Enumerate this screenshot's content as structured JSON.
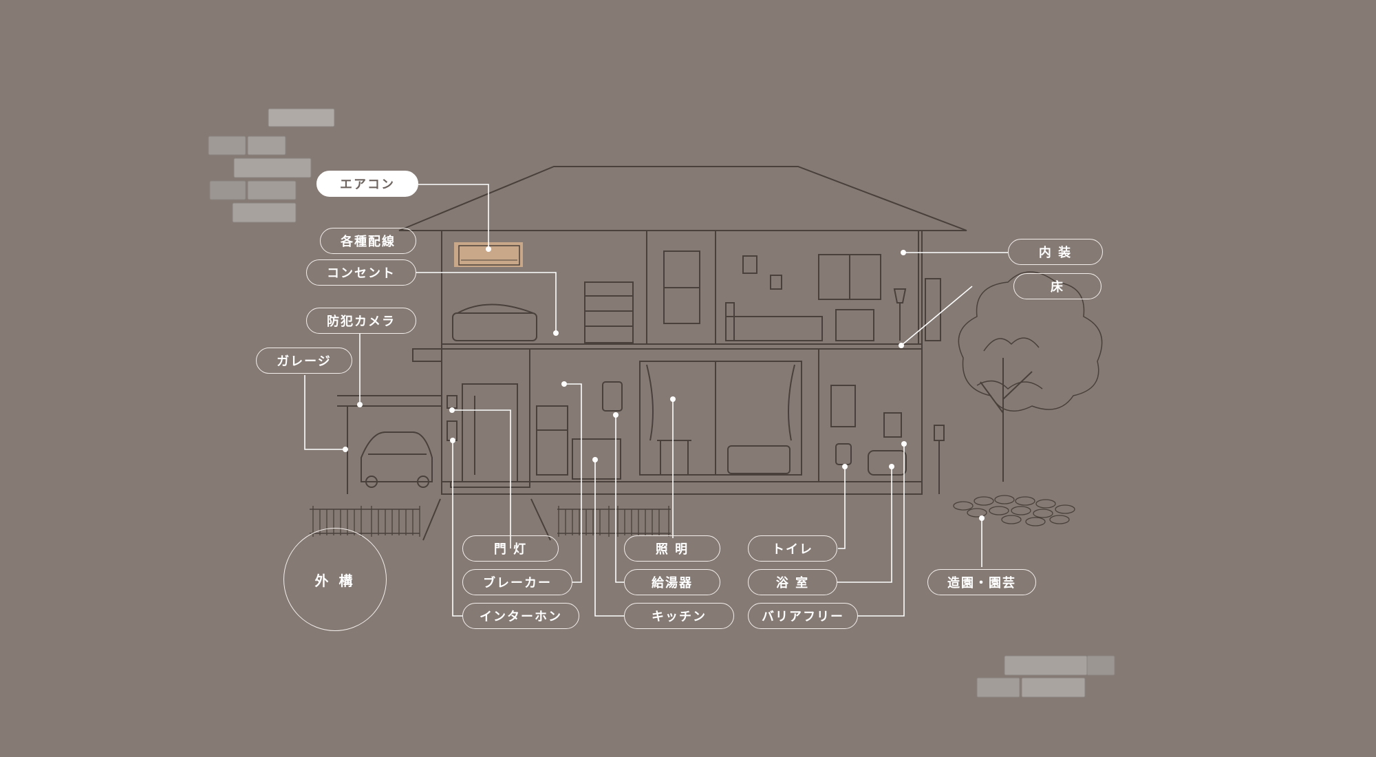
{
  "labels": {
    "aircon": "エアコン",
    "wiring": "各種配線",
    "outlet": "コンセント",
    "camera": "防犯カメラ",
    "garage": "ガレージ",
    "interior": "内 装",
    "floor": "床",
    "gate_light": "門 灯",
    "breaker": "ブレーカー",
    "intercom": "インターホン",
    "lighting": "照 明",
    "water_heater": "給湯器",
    "kitchen": "キッチン",
    "toilet": "トイレ",
    "bathroom": "浴 室",
    "barrier_free": "バリアフリー",
    "landscaping": "造園・園芸",
    "exterior": "外 構"
  },
  "active_item": "aircon",
  "colors": {
    "background": "#857a74",
    "line": "#4a403b",
    "label": "#ffffff",
    "brick": "#9e9894"
  }
}
